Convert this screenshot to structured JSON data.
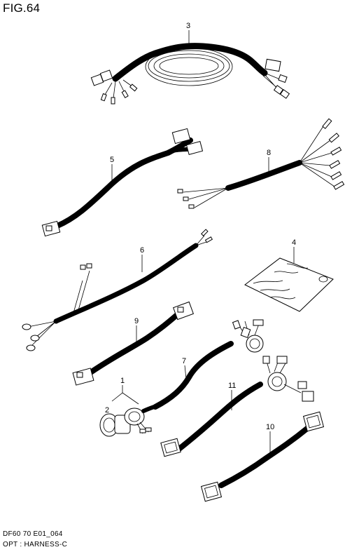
{
  "figure": {
    "title": "FIG.64"
  },
  "footer": {
    "code": "DF60 70 E01_064",
    "name": "OPT : HARNESS-C"
  },
  "callouts": [
    {
      "id": "3",
      "label": "3"
    },
    {
      "id": "5",
      "label": "5"
    },
    {
      "id": "8",
      "label": "8"
    },
    {
      "id": "4",
      "label": "4"
    },
    {
      "id": "6",
      "label": "6"
    },
    {
      "id": "9",
      "label": "9"
    },
    {
      "id": "7",
      "label": "7"
    },
    {
      "id": "1",
      "label": "1"
    },
    {
      "id": "2",
      "label": "2"
    },
    {
      "id": "11",
      "label": "11"
    },
    {
      "id": "10",
      "label": "10"
    }
  ]
}
